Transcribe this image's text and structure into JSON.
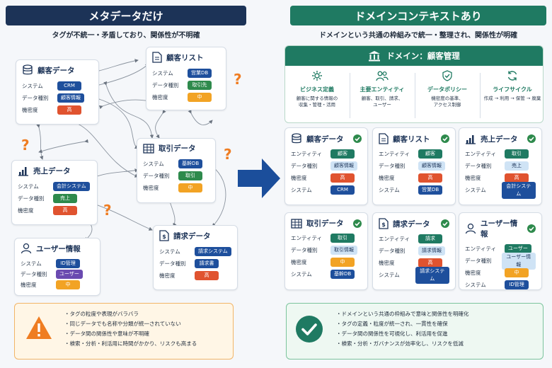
{
  "left": {
    "title": "メタデータだけ",
    "subtitle": "タグが不統一・矛盾しており、関係性が不明確",
    "cards": {
      "customer": {
        "title": "顧客データ",
        "rows": [
          {
            "k": "システム",
            "v": "CRM"
          },
          {
            "k": "データ種別",
            "v": "顧客情報"
          },
          {
            "k": "機密度",
            "v": "高"
          }
        ]
      },
      "customer_list": {
        "title": "顧客リスト",
        "rows": [
          {
            "k": "システム",
            "v": "営業DB"
          },
          {
            "k": "データ種別",
            "v": "取引先"
          },
          {
            "k": "機密度",
            "v": "中"
          }
        ]
      },
      "transaction": {
        "title": "取引データ",
        "rows": [
          {
            "k": "システム",
            "v": "基幹DB"
          },
          {
            "k": "データ種別",
            "v": "取引"
          },
          {
            "k": "機密度",
            "v": "中"
          }
        ]
      },
      "sales": {
        "title": "売上データ",
        "rows": [
          {
            "k": "システム",
            "v": "会計システム"
          },
          {
            "k": "データ種別",
            "v": "売上"
          },
          {
            "k": "機密度",
            "v": "高"
          }
        ]
      },
      "billing": {
        "title": "請求データ",
        "rows": [
          {
            "k": "システム",
            "v": "請求システム"
          },
          {
            "k": "データ種別",
            "v": "請求書"
          },
          {
            "k": "機密度",
            "v": "高"
          }
        ]
      },
      "user": {
        "title": "ユーザー情報",
        "rows": [
          {
            "k": "システム",
            "v": "ID管理"
          },
          {
            "k": "データ種別",
            "v": "ユーザー"
          },
          {
            "k": "機密度",
            "v": "中"
          }
        ]
      }
    },
    "question_mark": "?",
    "warnings": [
      "タグの粒度や表現がバラバラ",
      "同じデータでも名称や分類が統一されていない",
      "データ間の関係性や意味が不明確",
      "検索・分析・利活用に時間がかかり、リスクも高まる"
    ]
  },
  "right": {
    "title": "ドメインコンテキストあり",
    "subtitle": "ドメインという共通の枠組みで統一・整理され、関係性が明確",
    "domain_title": "ドメイン：顧客管理",
    "pillars": [
      {
        "title": "ビジネス定義",
        "desc": "顧客に関する情報の\n収集・管理・活用"
      },
      {
        "title": "主要エンティティ",
        "desc": "顧客、取引、請求、\nユーザー"
      },
      {
        "title": "データポリシー",
        "desc": "機密度の基準、\nアクセス制御"
      },
      {
        "title": "ライフサイクル",
        "desc": "作成 → 利用 → 保管 → 廃棄"
      }
    ],
    "row_keys": [
      "エンティティ",
      "データ種別",
      "機密度",
      "システム"
    ],
    "cards": [
      {
        "title": "顧客データ",
        "entity": "顧客",
        "type": "顧客情報",
        "sens": "高",
        "system": "CRM"
      },
      {
        "title": "顧客リスト",
        "entity": "顧客",
        "type": "顧客情報",
        "sens": "高",
        "system": "営業DB"
      },
      {
        "title": "売上データ",
        "entity": "取引",
        "type": "売上",
        "sens": "高",
        "system": "会計システム"
      },
      {
        "title": "取引データ",
        "entity": "取引",
        "type": "取引情報",
        "sens": "中",
        "system": "基幹DB"
      },
      {
        "title": "請求データ",
        "entity": "請求",
        "type": "請求情報",
        "sens": "高",
        "system": "請求システム"
      },
      {
        "title": "ユーザー情報",
        "entity": "ユーザー",
        "type": "ユーザー情報",
        "sens": "中",
        "system": "ID管理"
      }
    ],
    "benefits": [
      "ドメインという共通の枠組みで意味と関係性を明確化",
      "タグの定義・粒度が統一され、一貫性を確保",
      "データ間の関係性を可視化し、利活用を促進",
      "検索・分析・ガバナンスが効率化し、リスクを低減"
    ]
  },
  "colors": {
    "navy": "#1c3357",
    "green": "#1f7a62",
    "orange": "#ef7d22",
    "red": "#e0532f"
  }
}
